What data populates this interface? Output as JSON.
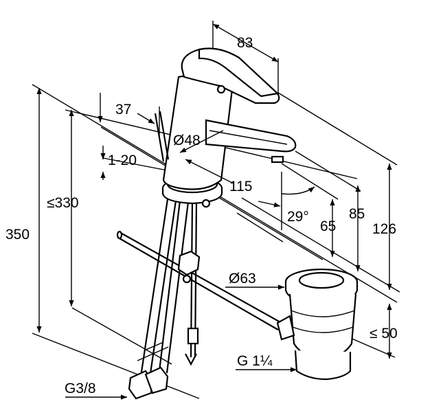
{
  "drawing": {
    "units": "mm",
    "dimensions": {
      "handle_length": "83",
      "handle_clearance": "37",
      "body_diameter": "Ø48",
      "mounting_thickness": "1-20",
      "spout_projection": "115",
      "spout_angle": "29°",
      "max_height": "≤330",
      "total_height": "350",
      "spout_height": "65",
      "outlet_height": "85",
      "top_height": "126",
      "waste_diameter": "Ø63",
      "waste_depth": "≤ 50",
      "waste_thread": "G 1¼",
      "hose_thread": "G3/8"
    }
  }
}
